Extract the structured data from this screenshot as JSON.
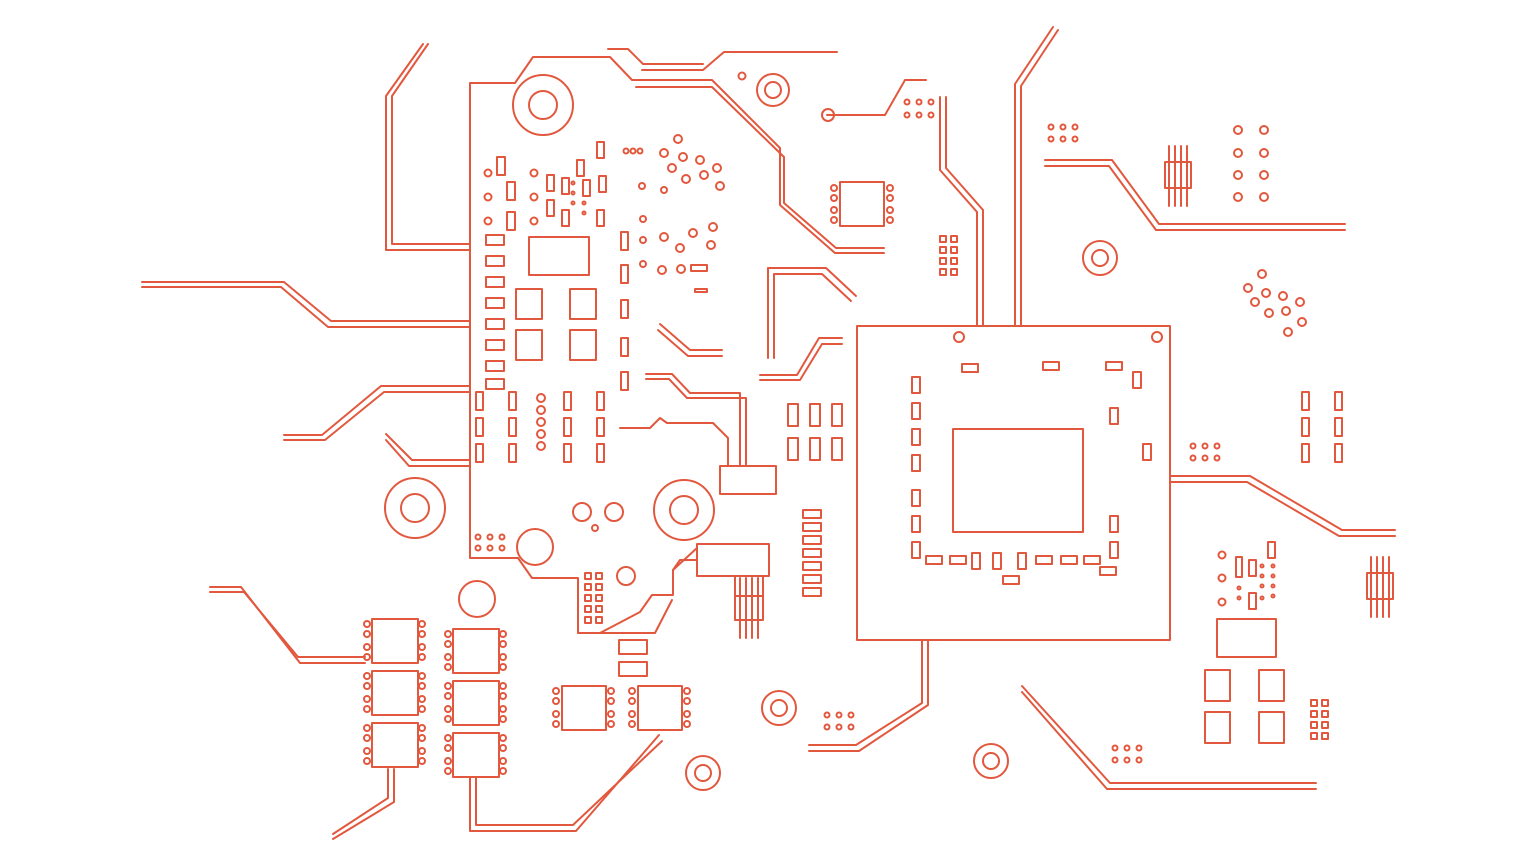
{
  "diagram": {
    "kind": "circuit-board-line-art",
    "stroke_color": "#e2583e",
    "background_color": "#ffffff",
    "components": {
      "main_board": "board-outline",
      "processor_chip": "large-square-chip",
      "ic_packages": 11,
      "pin_headers": 3,
      "mounting_holes": 8
    }
  }
}
